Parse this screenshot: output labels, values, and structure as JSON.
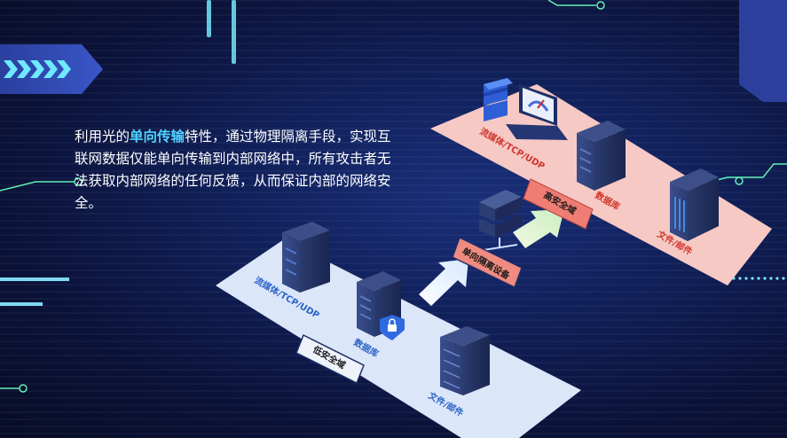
{
  "description": {
    "prefix": "利用光的",
    "highlight": "单向传输",
    "suffix": "特性，通过物理隔离手段，实现互联网数据仅能单向传输到内部网络中，所有攻击者无法获取内部网络的任何反馈，从而保证内部的网络安全。"
  },
  "low_zone": {
    "title": "低安全域",
    "streaming_label": "流媒体/TCP/UDP",
    "database_label": "数据库",
    "file_label": "文件/邮件"
  },
  "high_zone": {
    "title": "高安全域",
    "streaming_label": "流媒体/TCP/UDP",
    "database_label": "数据库",
    "file_label": "文件/邮件"
  },
  "device": {
    "label": "单向隔离设备"
  },
  "colors": {
    "highlight": "#4fd3ff",
    "low_plane": "#dbe6f8",
    "high_plane": "#f6c9c4",
    "badge_low": "#eef3fb",
    "badge_high": "#f07d74",
    "badge_device": "#ef8b80",
    "circuit": "#63f0b5"
  }
}
